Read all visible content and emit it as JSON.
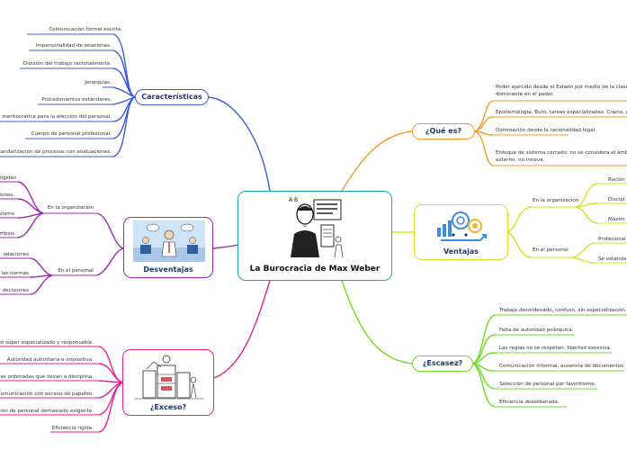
{
  "center": {
    "title": "La Burocracia de Max Weber"
  },
  "caracteristicas": {
    "label": "Características",
    "items": [
      "Comunicación formal escrita.",
      "Impersonalidad de relaciones.",
      "División del trabajo racionalmente.",
      "Jerarquías.",
      "Procedimientos estándares.",
      "meritocrática para la elección del personal.",
      "Cuerpo de personal profesional.",
      "Estandarización de procesos con evaluaciones."
    ]
  },
  "desventajas": {
    "label": "Desventajas",
    "organizacion": {
      "label": "En la organización",
      "items": [
        "Rigidez",
        "siones.",
        "nalismo",
        "cambios."
      ]
    },
    "personal": {
      "label": "En el personal",
      "items": [
        "relaciones",
        "las normas",
        "decisiones"
      ]
    }
  },
  "exceso": {
    "label": "¿Exceso?",
    "items": [
      "jo super especializado y responsable.",
      "Autoridad autoritaria e impositiva.",
      "las ordenadas que llevan a disciplina.",
      "Comunicación con exceso de papeleo.",
      "ción de personal demasiado exigente.",
      "Eficiencia rígida."
    ]
  },
  "que_es": {
    "label": "¿Qué es?",
    "items": [
      [
        "Poder ejercido desde el Estado por medio de la clase",
        "dominante en el poder."
      ],
      [
        "Epistemología: Buro, tareas especializadas. Cracia, g"
      ],
      [
        "Dominación desde la racionalidad legal."
      ],
      [
        "Enfoque de sistema cerrado: no se considera el ámb",
        "externo, no innova."
      ]
    ]
  },
  "ventajas": {
    "label": "Ventajas",
    "organizacion": {
      "label": "En la organización",
      "items": [
        "Racion",
        "Discipl",
        "Máxim"
      ]
    },
    "personal": {
      "label": "En el personal",
      "items": [
        "Profesional",
        "Se estanda"
      ]
    }
  },
  "escasez": {
    "label": "¿Escasez?",
    "items": [
      "Trabajo desordenado, confuso, sin especialización.",
      "Falta de autoridad jerárquica.",
      "Las reglas no se respetan, libertad excesiva.",
      "Comunicación informal, ausencia de documentos.",
      "Selección de personal por favoritismo.",
      "Eficiencia desordenada."
    ]
  },
  "colors": {
    "caracteristicas": "#3b5bdb",
    "desventajas": "#9c27b0",
    "exceso": "#e91e8c",
    "que_es": "#f59a23",
    "ventajas": "#d8e021",
    "escasez": "#6be020",
    "center": "#1aa7c4"
  }
}
